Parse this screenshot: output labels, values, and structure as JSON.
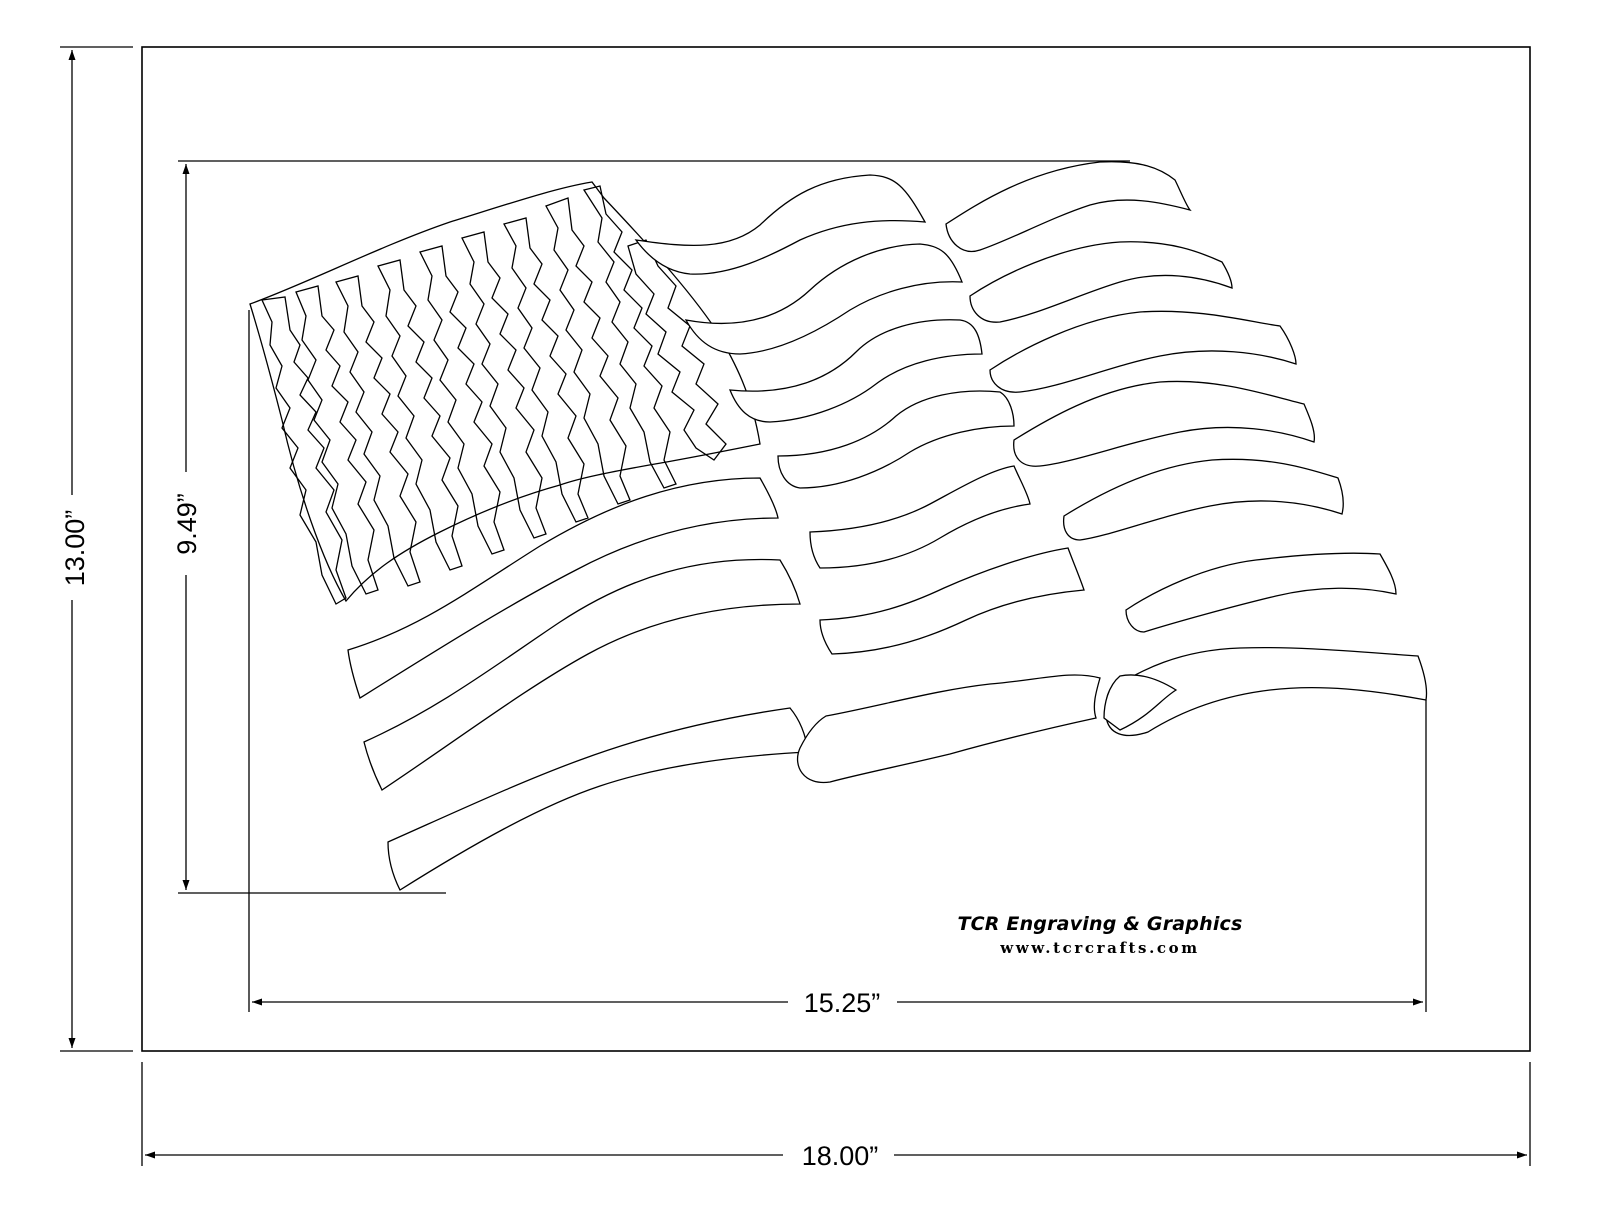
{
  "dimensions": {
    "sheet_width": "18.00”",
    "sheet_height": "13.00”",
    "flag_width": "15.25”",
    "flag_height": "9.49”"
  },
  "brand": {
    "name": "TCR Engraving & Graphics",
    "url": "www.tcrcrafts.com"
  },
  "colors": {
    "line": "#000000",
    "background": "#ffffff"
  }
}
